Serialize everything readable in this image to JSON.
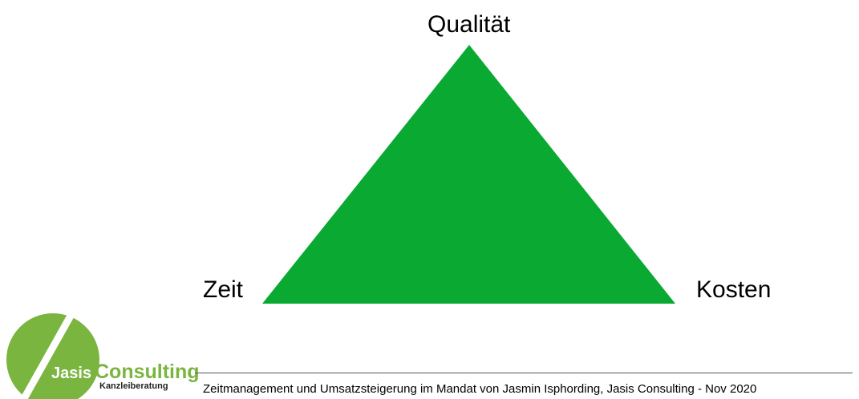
{
  "diagram": {
    "fill_color": "#0aaa32",
    "vertices": {
      "top": "Qualität",
      "left": "Zeit",
      "right": "Kosten"
    }
  },
  "logo": {
    "word1": "Jasis",
    "word2": "Consulting",
    "tagline": "Kanzleiberatung",
    "circle_color": "#7ab540"
  },
  "footer": {
    "text": "Zeitmanagement und Umsatzsteigerung im Mandat von Jasmin Isphording, Jasis Consulting - Nov 2020"
  }
}
